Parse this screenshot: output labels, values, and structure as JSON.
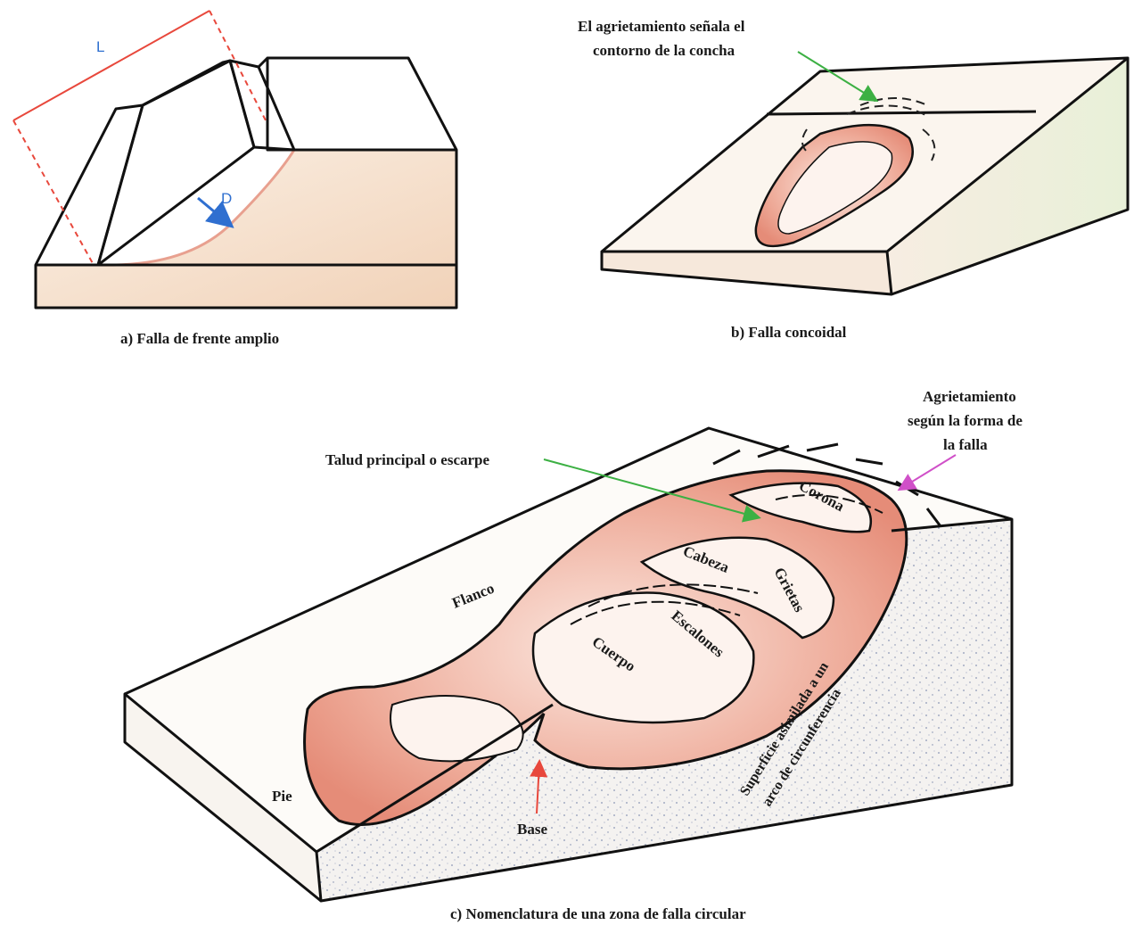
{
  "panel_a": {
    "caption": "a) Falla de frente amplio",
    "label_length": "L",
    "label_depth": "D"
  },
  "panel_b": {
    "caption": "b) Falla concoidal",
    "annotation_line1": "El agrietamiento señala el",
    "annotation_line2": "contorno de la concha"
  },
  "panel_c": {
    "caption": "c)  Nomenclatura de una zona de falla circular",
    "cracking_line1": "Agrietamiento",
    "cracking_line2": "según la forma de",
    "cracking_line3": "la falla",
    "scarp": "Talud principal o escarpe",
    "crown": "Corona",
    "head": "Cabeza",
    "cracks": "Grietas",
    "flank": "Flanco",
    "steps": "Escalones",
    "body": "Cuerpo",
    "foot": "Pie",
    "base": "Base",
    "surface_line1": "Superficie asimilada a un",
    "surface_line2": "arco de circunferencia"
  },
  "colors": {
    "outline": "#111111",
    "soil": "#f3dcc4",
    "slide": "#e89a88",
    "length_marker": "#e8483c",
    "depth_marker": "#2f6fd0",
    "arrow_green": "#3cb043",
    "arrow_magenta": "#d050c8",
    "arrow_red": "#e8483c"
  }
}
